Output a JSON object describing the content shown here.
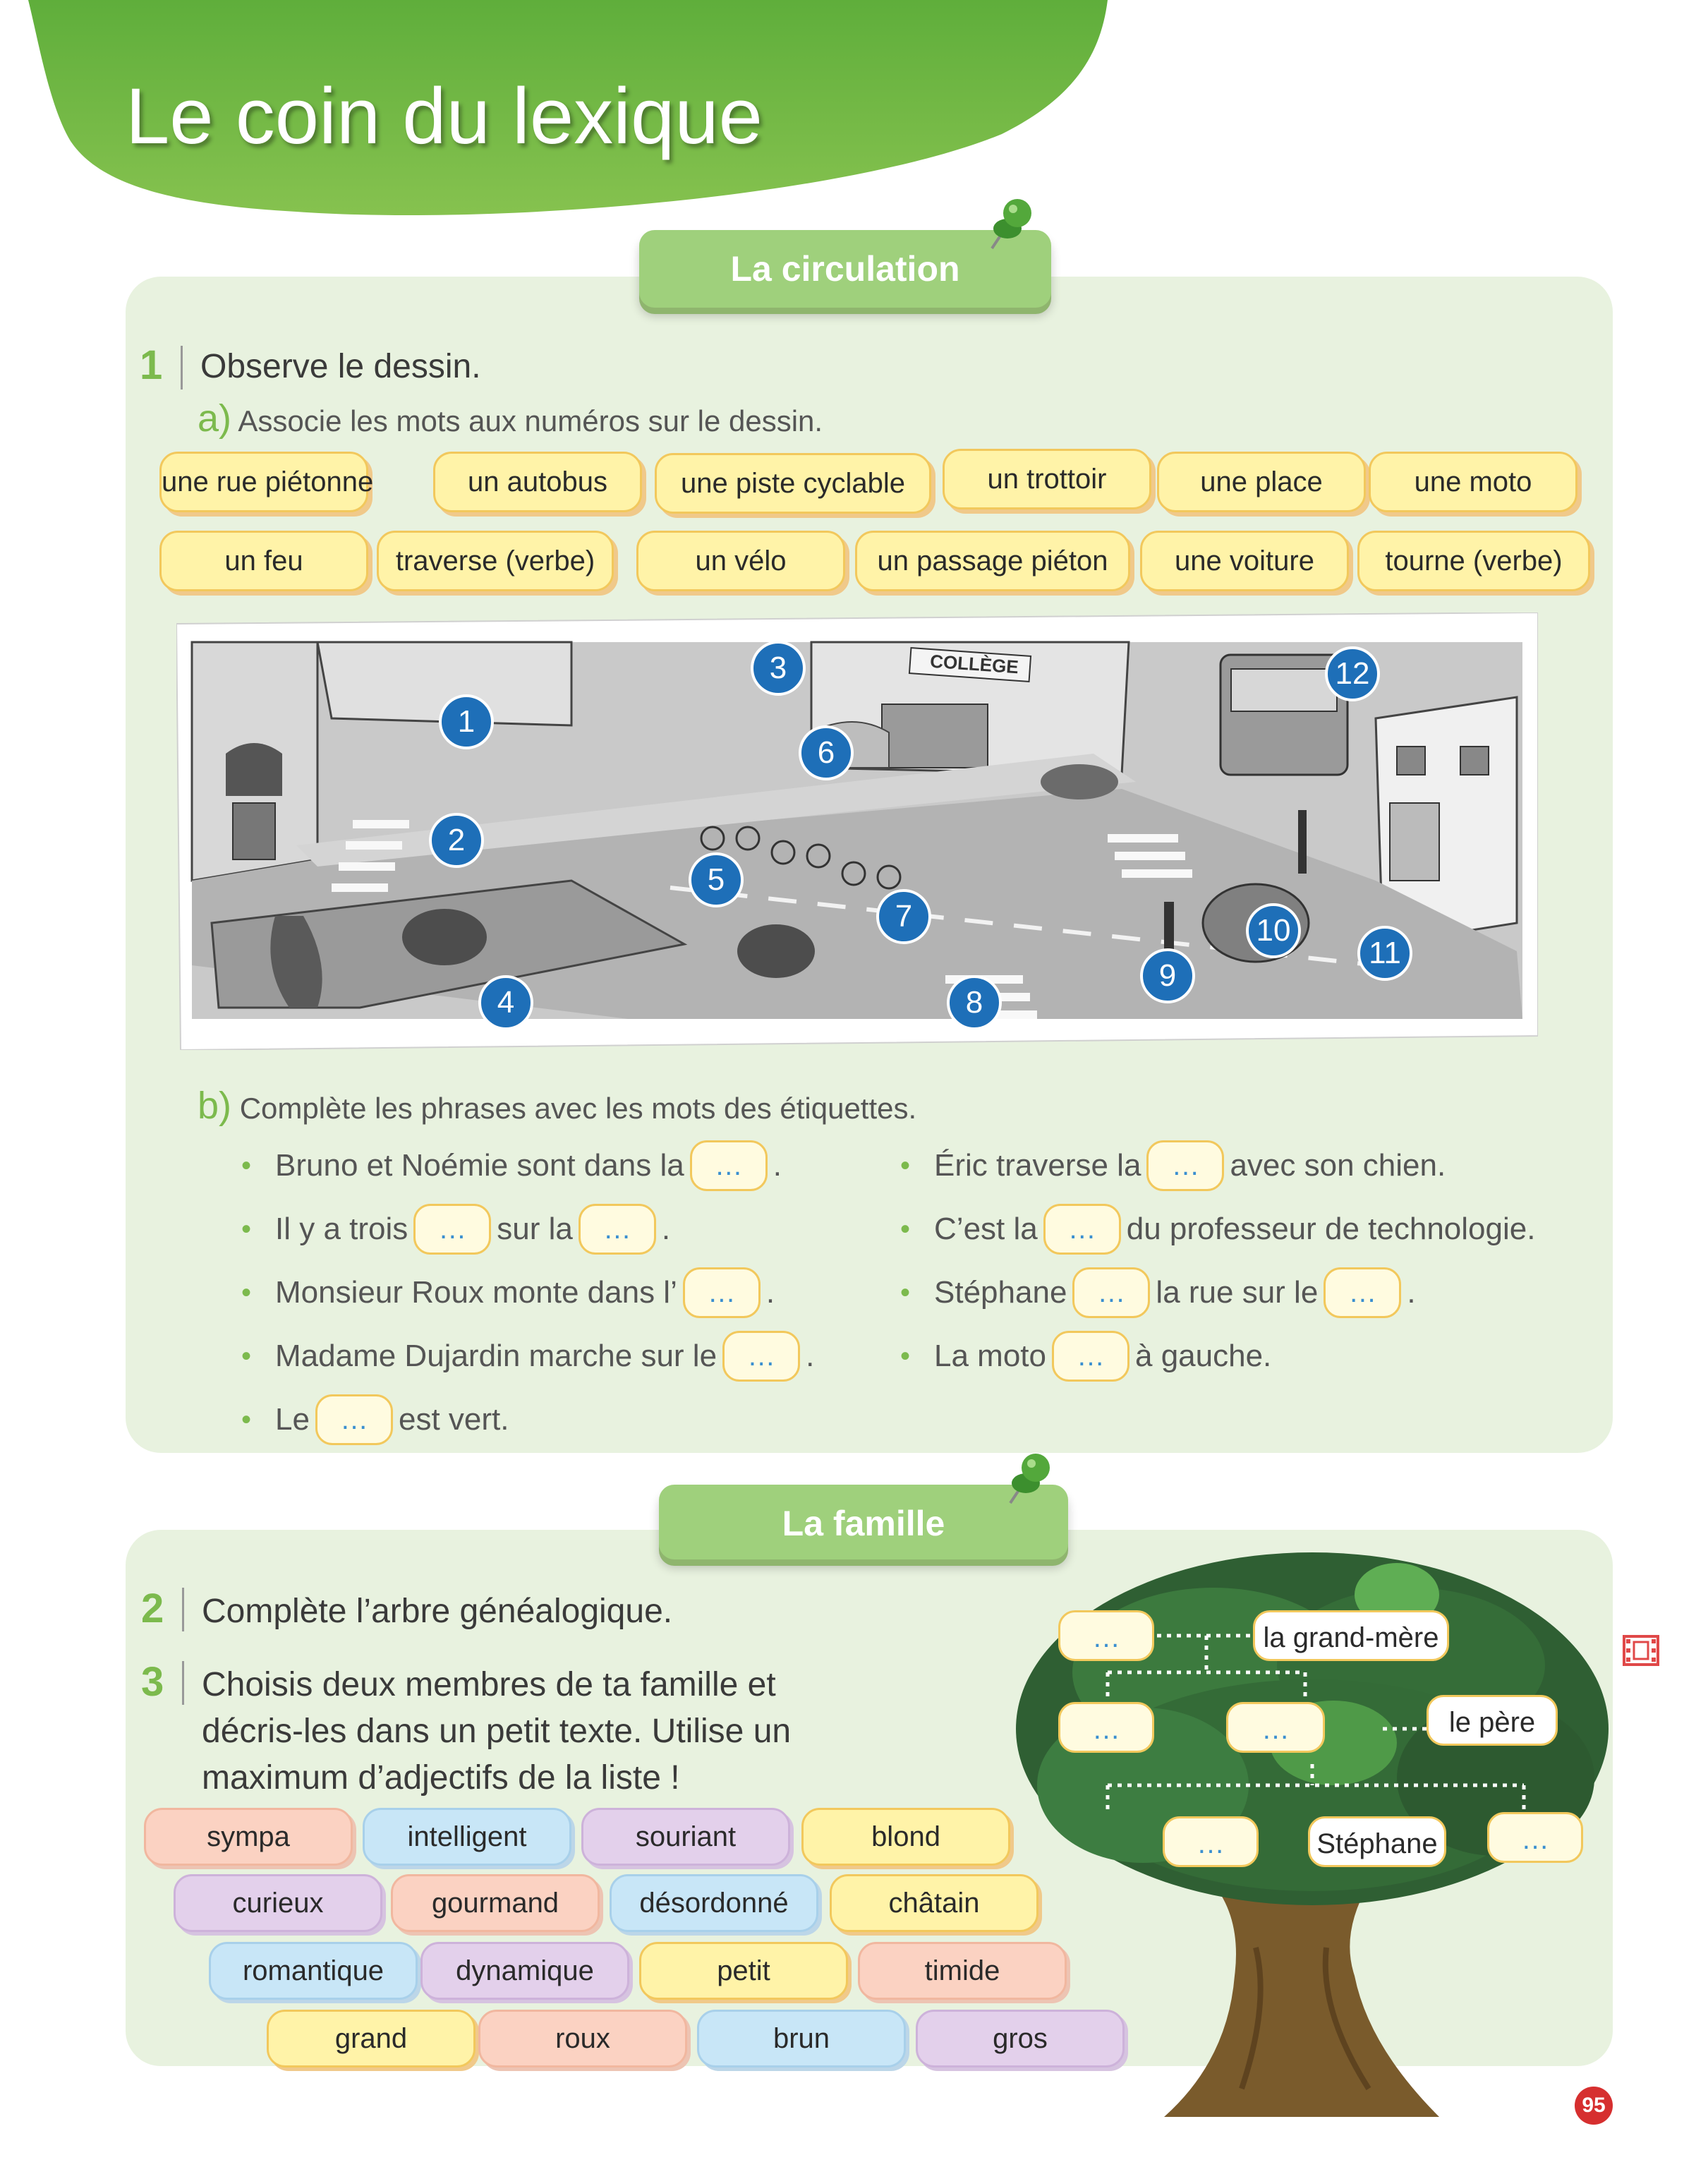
{
  "header": {
    "title": "Le coin du lexique"
  },
  "section1": {
    "tab": "La circulation",
    "exercise1": {
      "number": "1",
      "instruction": "Observe le dessin.",
      "part_a": {
        "letter": "a)",
        "text": "Associe les mots aux numéros sur le dessin."
      },
      "labels_row1": [
        "une rue piétonne",
        "un autobus",
        "une piste cyclable",
        "un trottoir",
        "une place",
        "une moto"
      ],
      "labels_row2": [
        "un feu",
        "traverse (verbe)",
        "un vélo",
        "un passage piéton",
        "une voiture",
        "tourne (verbe)"
      ],
      "picture": {
        "sign": "COLLÈGE",
        "markers": [
          "1",
          "2",
          "3",
          "4",
          "5",
          "6",
          "7",
          "8",
          "9",
          "10",
          "11",
          "12"
        ]
      },
      "part_b": {
        "letter": "b)",
        "text": "Complète les phrases avec les mots des étiquettes."
      },
      "blank": "…",
      "sentences_left": [
        {
          "a": "Bruno et Noémie sont dans la",
          "b": "."
        },
        {
          "a": "Il y a trois",
          "b": "sur la",
          "c": "."
        },
        {
          "a": "Monsieur Roux monte dans l’",
          "b": "."
        },
        {
          "a": "Madame Dujardin marche sur le",
          "b": "."
        },
        {
          "a": "Le",
          "b": "est vert."
        }
      ],
      "sentences_right": [
        {
          "a": "Éric traverse la",
          "b": "avec son chien."
        },
        {
          "a": "C’est la",
          "b": "du professeur de technologie."
        },
        {
          "a": "Stéphane",
          "b": "la rue sur le",
          "c": "."
        },
        {
          "a": "La moto",
          "b": "à gauche."
        }
      ]
    }
  },
  "section2": {
    "tab": "La famille",
    "exercise2": {
      "number": "2",
      "text": "Complète l’arbre généalogique."
    },
    "exercise3": {
      "number": "3",
      "lines": [
        "Choisis deux membres de ta famille et",
        "décris-les dans un petit texte. Utilise un",
        "maximum d’adjectifs de la liste !"
      ]
    },
    "adjectives": [
      [
        "sympa",
        "intelligent",
        "souriant",
        "blond"
      ],
      [
        "curieux",
        "gourmand",
        "désordonné",
        "châtain"
      ],
      [
        "romantique",
        "dynamique",
        "petit",
        "timide"
      ],
      [
        "grand",
        "roux",
        "brun",
        "gros"
      ]
    ],
    "tree": {
      "blank": "…",
      "grandmother": "la grand-mère",
      "father": "le père",
      "child": "Stéphane"
    },
    "film_icon": "film-icon"
  },
  "page_number": "95",
  "colors": {
    "green": "#7cba4d",
    "panel": "#e8f2df",
    "chip": "#fff3a8",
    "marker": "#1e6fb8",
    "page_badge": "#d62f2f"
  }
}
